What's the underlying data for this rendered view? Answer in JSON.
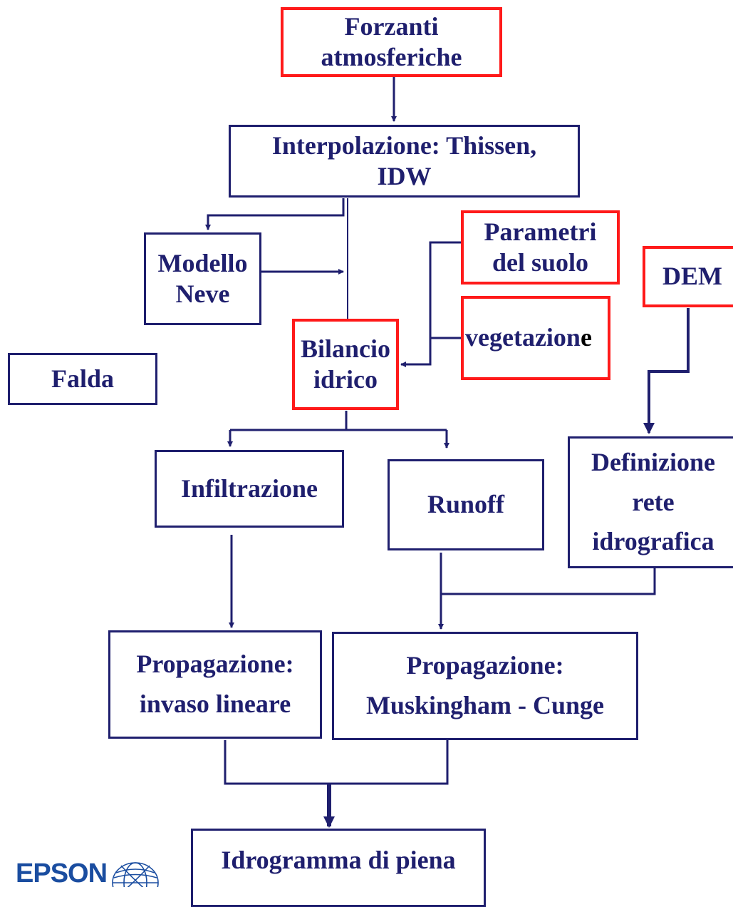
{
  "colors": {
    "box_border": "#1f1f6e",
    "highlight_border": "#ff1a1a",
    "text": "#1f1f6e",
    "logo": "#1a4da0"
  },
  "nodes": {
    "forzanti": [
      "Forzanti",
      "atmosferiche"
    ],
    "interpolazione": [
      "Interpolazione: Thissen,",
      "IDW"
    ],
    "modello_neve": [
      "Modello",
      "Neve"
    ],
    "parametri_suolo": [
      "Parametri",
      "del suolo"
    ],
    "dem": [
      "DEM"
    ],
    "vegetazione": {
      "main": "vegetazion",
      "last": "e"
    },
    "bilancio": [
      "Bilancio",
      "idrico"
    ],
    "falda": [
      "Falda"
    ],
    "infiltrazione": [
      "Infiltrazione"
    ],
    "runoff": [
      "Runoff"
    ],
    "definizione_rete": [
      "Definizione",
      "rete",
      "idrografica"
    ],
    "propagazione_invaso": [
      "Propagazione:",
      "invaso lineare"
    ],
    "propagazione_muskingham": [
      "Propagazione:",
      "Muskingham - Cunge"
    ],
    "idrogramma": [
      "Idrogramma di piena"
    ]
  },
  "logo": {
    "text": "EPSON",
    "icon": "globe-icon"
  }
}
